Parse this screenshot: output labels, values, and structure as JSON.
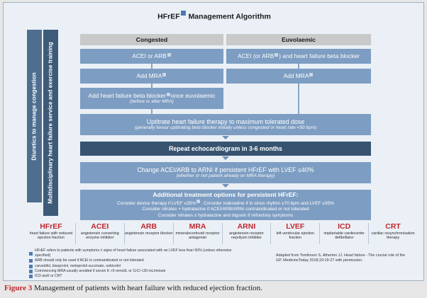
{
  "title": {
    "pre": "HFrEF",
    "post": "Management Algorithm"
  },
  "side": {
    "diuretics": "Diuretics to manage congestion",
    "multi": "Multidisciplinary heart failure service and exercise training"
  },
  "congested": {
    "header": "Congested",
    "step1_a": "ACEI or ARB",
    "step2_a": "Add MRA",
    "step3_a": "Add heart failure beta blocker",
    "step3_b": "once euvolaemic",
    "step3_sub": "(before or after MRA)"
  },
  "euvolaemic": {
    "header": "Euvolaemic",
    "step1_a": "ACEI (or ARB",
    "step1_b": ") and heart failure beta blocker",
    "step2_a": "Add MRA"
  },
  "uptitrate": {
    "main": "Uptitrate heart failure therapy to maximum tolerated dose",
    "sub": "(generally favour uptitrating beta blocker initially unless congested or heart rate <50 bpm)"
  },
  "echo": "Repeat echocardiogram in 3-6 months",
  "arni": {
    "main": "Change ACEI/ARB to ARNI if persistent HFrEF with LVEF ≤40%",
    "sub": "(whether or not patient already on MRA therapy)"
  },
  "additional": {
    "title": "Additional treatment options for persistent HFrEF:",
    "line1_a": "Consider device therapy if LVEF ≤35%",
    "line1_b": ". Consider ivabradine if in sinus rhythm ≥70 bpm and LVEF ≤35%",
    "line2": "Consider nitrates + hydralazine if ACEI/ARB/ARNI contraindicated or not tolerated",
    "line3": "Consider nitrates ± hydralazine and digoxin if refractory symptoms"
  },
  "legend": [
    {
      "abbr": "HFrEF",
      "def": "heart failure with reduced ejection fraction"
    },
    {
      "abbr": "ACEI",
      "def": "angiotensin converting enzyme inhibitor"
    },
    {
      "abbr": "ARB",
      "def": "angiotensin receptor blocker"
    },
    {
      "abbr": "MRA",
      "def": "mineralocorticoid receptor antagonist"
    },
    {
      "abbr": "ARNI",
      "def": "angiotensin receptor neprilysin inhibitor"
    },
    {
      "abbr": "LVEF",
      "def": "left ventricular ejection fraction"
    },
    {
      "abbr": "ICD",
      "def": "implantable cardioverter defibrillator"
    },
    {
      "abbr": "CRT",
      "def": "cardiac resynchronisation therapy"
    }
  ],
  "notes": [
    "HFrEF refers to patients with symptoms ± signs of heart failure associated with an LVEF less than 50% (unless otherwise specified)",
    "ARB should only be used if ACEI is contraindicated or not tolerated",
    "carvedilol, bisoprolol, metoprolol succinate, nebivolol",
    "Commencing MRA usually avoided if serum K >5 mmol/L or CrCl <30 mL/minute",
    "ICD and/ or CRT"
  ],
  "adapted": "Adapted from Tomlinson S, Atherton JJ. Heart failure - The crucial role of the GP. MedicineToday 2018;19:19-27 with permission.",
  "caption": {
    "fig": "Figure 3",
    "text": "Management of patients with heart failure with reduced ejection fraction."
  },
  "colors": {
    "accent_red": "#c0282e",
    "dark_blue": "#37536f",
    "mid_blue": "#7d9dc2",
    "grey_header": "#c9c9c9"
  }
}
